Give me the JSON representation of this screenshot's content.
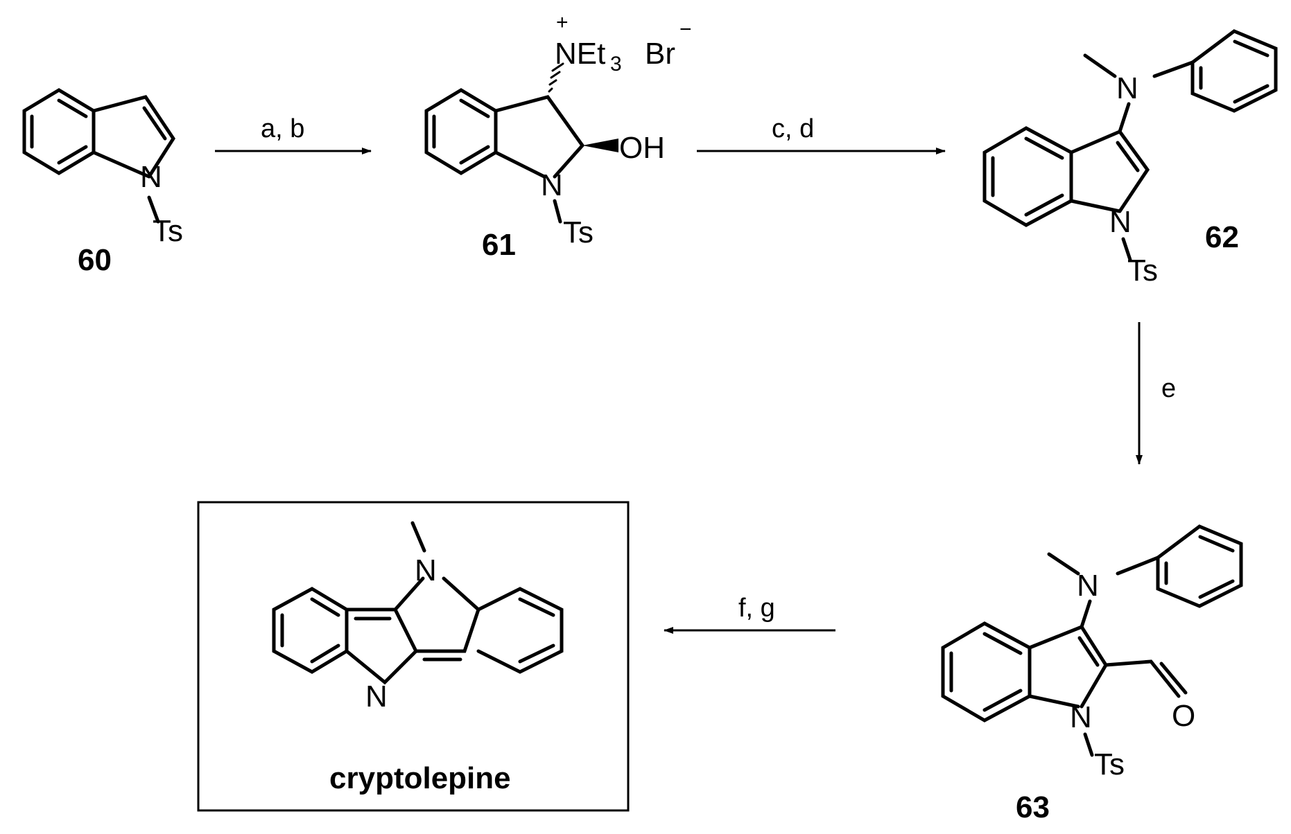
{
  "reagents": {
    "step_ab": "a, b",
    "step_cd": "c, d",
    "step_e": "e",
    "step_fg": "f, g"
  },
  "compounds": {
    "c60": "60",
    "c61": "61",
    "c62": "62",
    "c63": "63",
    "product": "cryptolepine"
  },
  "atoms": {
    "n": "N",
    "ts": "Ts",
    "oh": "OH",
    "o": "O",
    "net": "NEt",
    "three": "3",
    "br": "Br",
    "plus": "+",
    "minus": "−"
  }
}
